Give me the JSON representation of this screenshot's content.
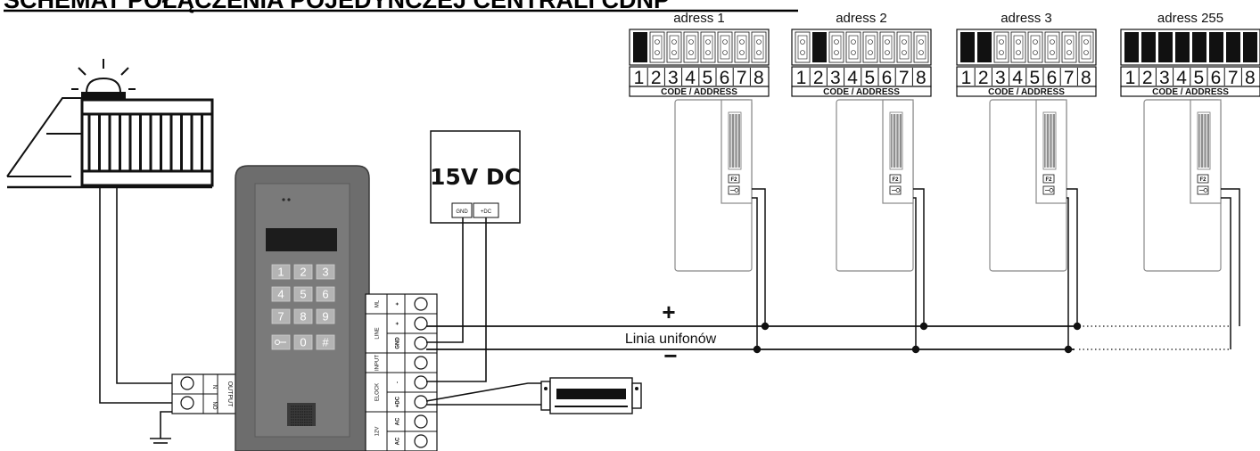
{
  "title": "SCHEMAT POŁĄCZENIA POJEDYNCZEJ CENTRALI CDNP",
  "handsets": [
    {
      "address_label": "adress 1",
      "switches_on": [
        1
      ]
    },
    {
      "address_label": "adress 2",
      "switches_on": [
        2
      ]
    },
    {
      "address_label": "adress 3",
      "switches_on": [
        1,
        2
      ]
    },
    {
      "address_label": "adress 255",
      "switches_on": [
        1,
        2,
        3,
        4,
        5,
        6,
        7,
        8
      ]
    }
  ],
  "dip_numbers": [
    "1",
    "2",
    "3",
    "4",
    "5",
    "6",
    "7",
    "8"
  ],
  "code_label": "CODE / ADDRESS",
  "handset_buttons": {
    "top": "F2",
    "bottom": "key-icon"
  },
  "power_supply": {
    "label": "15V DC",
    "terminals": [
      "GND",
      "+DC"
    ]
  },
  "keypad": [
    "1",
    "2",
    "3",
    "4",
    "5",
    "6",
    "7",
    "8",
    "9",
    "key-icon",
    "0",
    "#"
  ],
  "terminal_block": {
    "groups": [
      {
        "name": "ML",
        "pins": [
          "+"
        ]
      },
      {
        "name": "LINE",
        "pins": [
          "+",
          "GND"
        ]
      },
      {
        "name": "INPUT",
        "pins": [
          ""
        ]
      },
      {
        "name": "ELOCK",
        "pins": [
          "-",
          "+DC"
        ]
      },
      {
        "name": "12V",
        "pins": [
          "AC",
          "AC"
        ]
      }
    ]
  },
  "output_block": {
    "name": "OUTPUT",
    "pins": [
      "N",
      "NO"
    ]
  },
  "bus": {
    "label": "Linia unifonów",
    "plus": "+",
    "minus": "−"
  },
  "colors": {
    "line": "#111111",
    "panel": "#6d6d6d",
    "panel_edge": "#3a3a3a",
    "key": "#b4b4b4"
  }
}
